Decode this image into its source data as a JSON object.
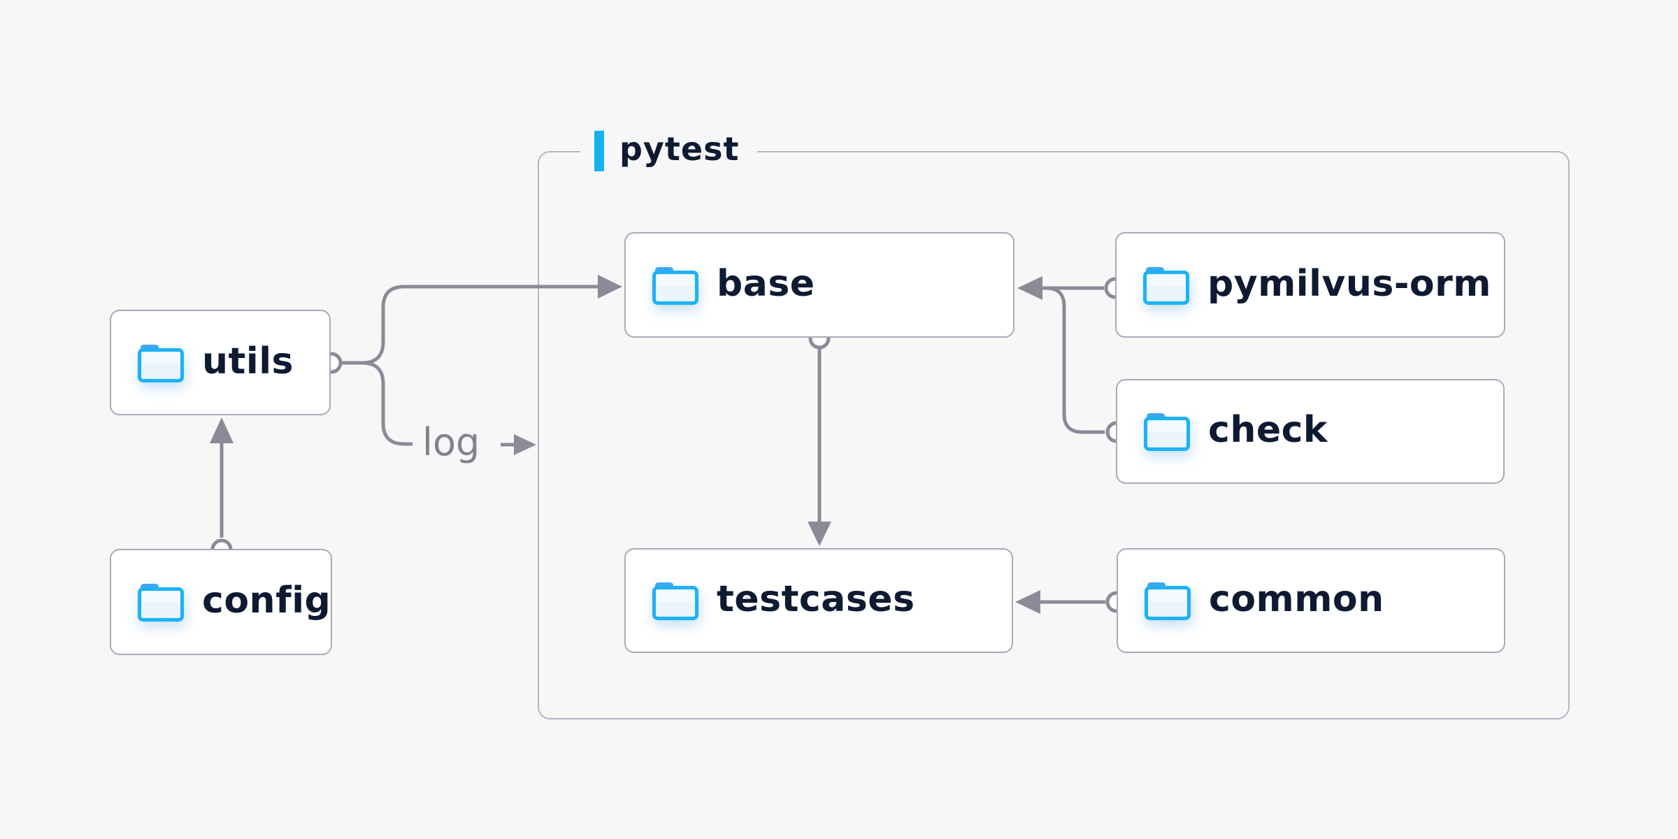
{
  "diagram": {
    "background": "#f7f7f8",
    "group": {
      "label": "pytest",
      "accent_color": "#14b2ef",
      "border_color": "#b5b5c3"
    },
    "nodes": [
      {
        "id": "utils",
        "label": "utils",
        "icon": "folder-icon"
      },
      {
        "id": "config",
        "label": "config",
        "icon": "folder-icon"
      },
      {
        "id": "base",
        "label": "base",
        "icon": "folder-icon",
        "group": "pytest"
      },
      {
        "id": "pymilvus-orm",
        "label": "pymilvus-orm",
        "icon": "folder-icon",
        "group": "pytest"
      },
      {
        "id": "check",
        "label": "check",
        "icon": "folder-icon",
        "group": "pytest"
      },
      {
        "id": "testcases",
        "label": "testcases",
        "icon": "folder-icon",
        "group": "pytest"
      },
      {
        "id": "common",
        "label": "common",
        "icon": "folder-icon",
        "group": "pytest"
      }
    ],
    "edges": [
      {
        "from": "config",
        "to": "utils"
      },
      {
        "from": "utils",
        "to": "base"
      },
      {
        "from": "utils",
        "to": "pytest-group",
        "label": "log"
      },
      {
        "from": "base",
        "to": "testcases"
      },
      {
        "from": "pymilvus-orm",
        "to": "base"
      },
      {
        "from": "check",
        "to": "base"
      },
      {
        "from": "common",
        "to": "testcases"
      }
    ],
    "colors": {
      "wire": "#8b8b97",
      "node_border": "#a9aab8",
      "node_fill": "#ffffff",
      "label_text": "#0d1a31",
      "edge_label_text": "#82828e",
      "folder_border": "#1db2f5",
      "folder_tab": "#3fa7ef",
      "folder_fill": "#e9f4fd"
    }
  }
}
